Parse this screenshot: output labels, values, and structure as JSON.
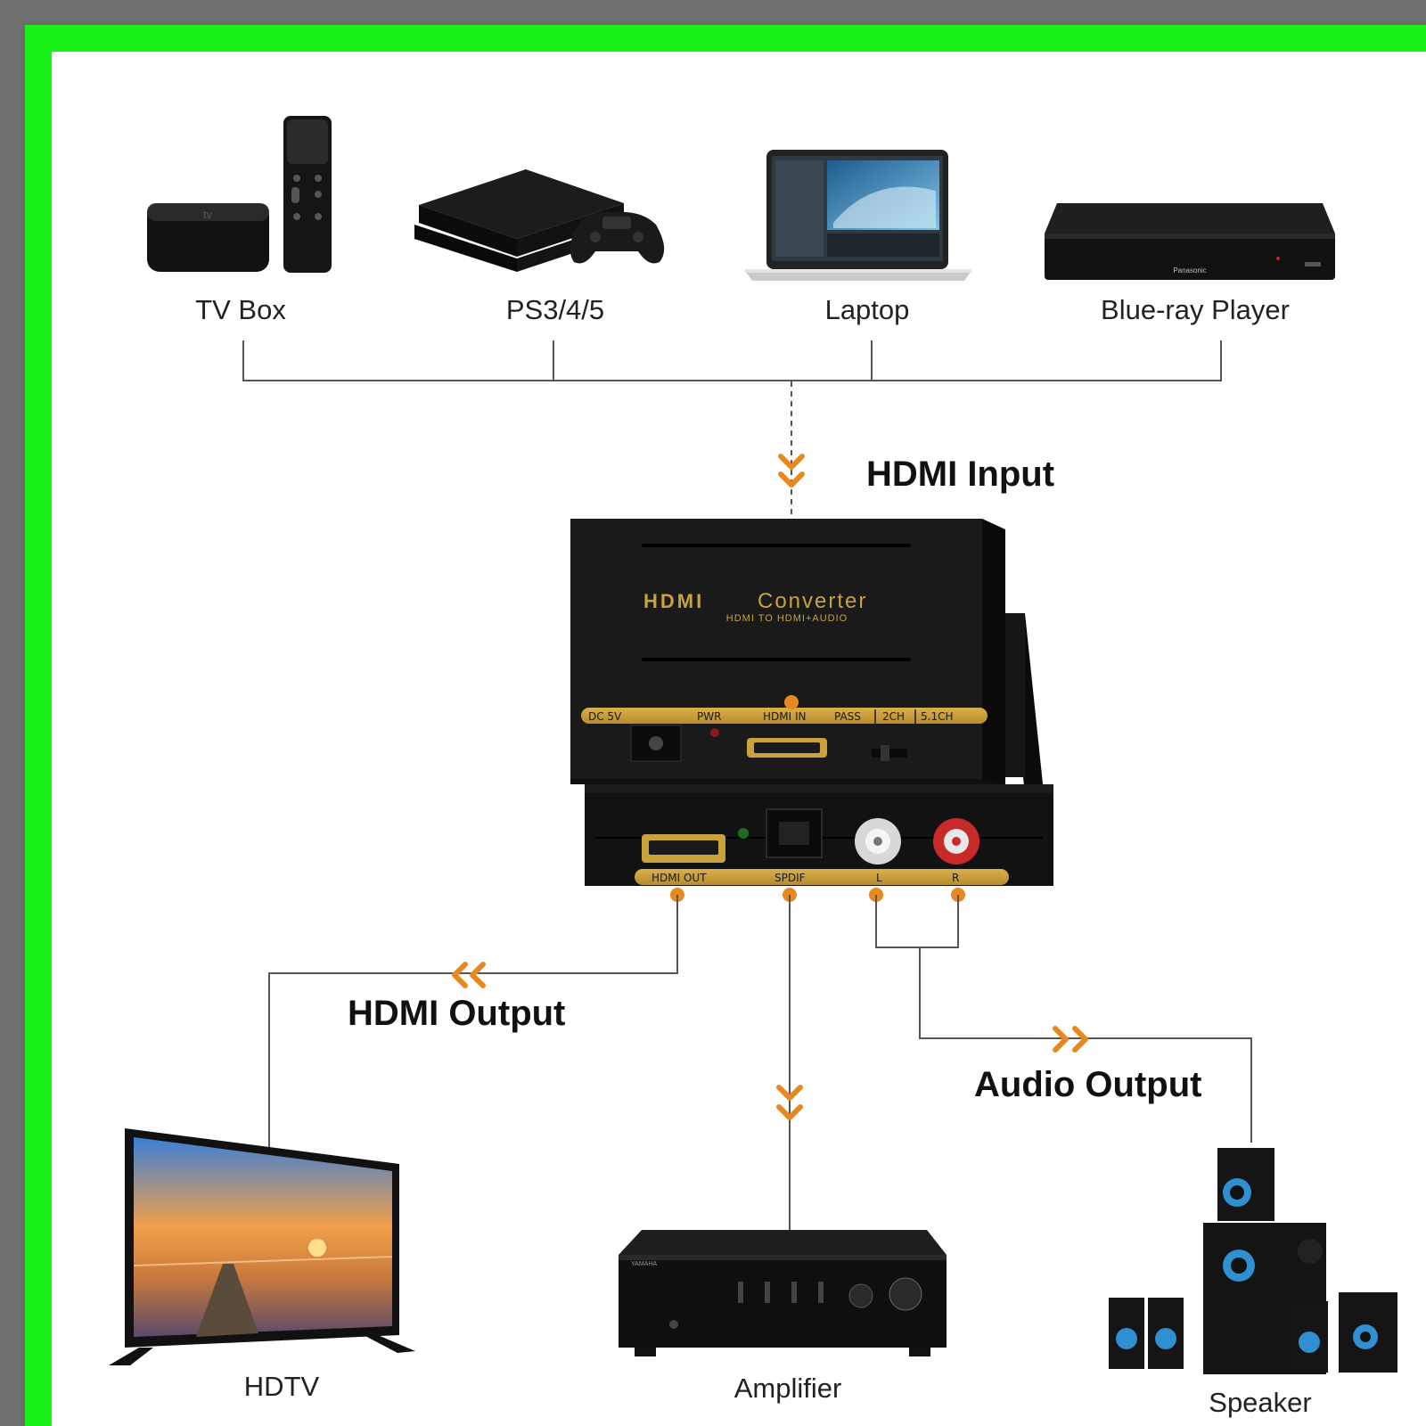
{
  "sources": [
    {
      "label": "TV Box",
      "icon": "tv-box-icon"
    },
    {
      "label": "PS3/4/5",
      "icon": "game-console-icon"
    },
    {
      "label": "Laptop",
      "icon": "laptop-icon"
    },
    {
      "label": "Blue-ray Player",
      "icon": "bluray-player-icon"
    }
  ],
  "flows": {
    "input": "HDMI Input",
    "hdmi_output": "HDMI Output",
    "audio_output": "Audio Output"
  },
  "converter": {
    "title_1": "HDMI",
    "title_2": "Converter",
    "subtitle": "HDMI TO HDMI+AUDIO",
    "top_ports": [
      "DC 5V",
      "PWR",
      "HDMI IN",
      "PASS",
      "2CH",
      "5.1CH"
    ],
    "bottom_ports": [
      "HDMI OUT",
      "SPDIF",
      "L",
      "R"
    ]
  },
  "outputs": [
    {
      "label": "HDTV",
      "icon": "hdtv-icon"
    },
    {
      "label": "Amplifier",
      "icon": "amplifier-icon"
    },
    {
      "label": "Speaker",
      "icon": "speaker-system-icon"
    }
  ],
  "colors": {
    "outer_border": "#6e6e6e",
    "frame": "#19f219",
    "panel": "#ffffff",
    "accent_orange": "#e8891f",
    "line": "#555555",
    "device_body": "#141414",
    "gold": "#c9a23c"
  }
}
